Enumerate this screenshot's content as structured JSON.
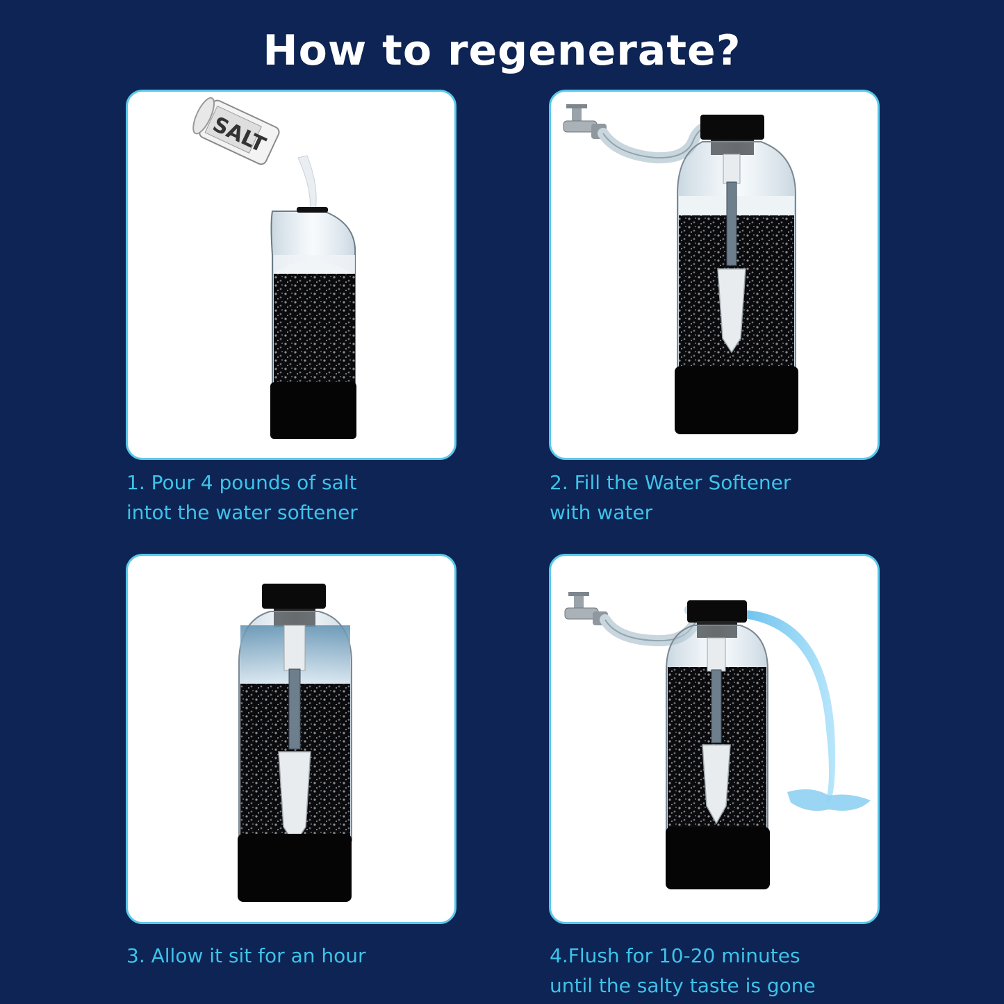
{
  "title": "How to regenerate?",
  "steps": [
    {
      "caption": "1. Pour 4 pounds of salt\nintot the water softener",
      "package_label": "SALT"
    },
    {
      "caption": "2. Fill the Water Softener\nwith water"
    },
    {
      "caption": "3. Allow it sit for an hour"
    },
    {
      "caption": "4.Flush for 10-20 minutes\nuntil the salty taste is gone"
    }
  ],
  "colors": {
    "background": "#0d2454",
    "card_border": "#59c8ea",
    "caption": "#3ec3ea",
    "title": "#ffffff"
  }
}
